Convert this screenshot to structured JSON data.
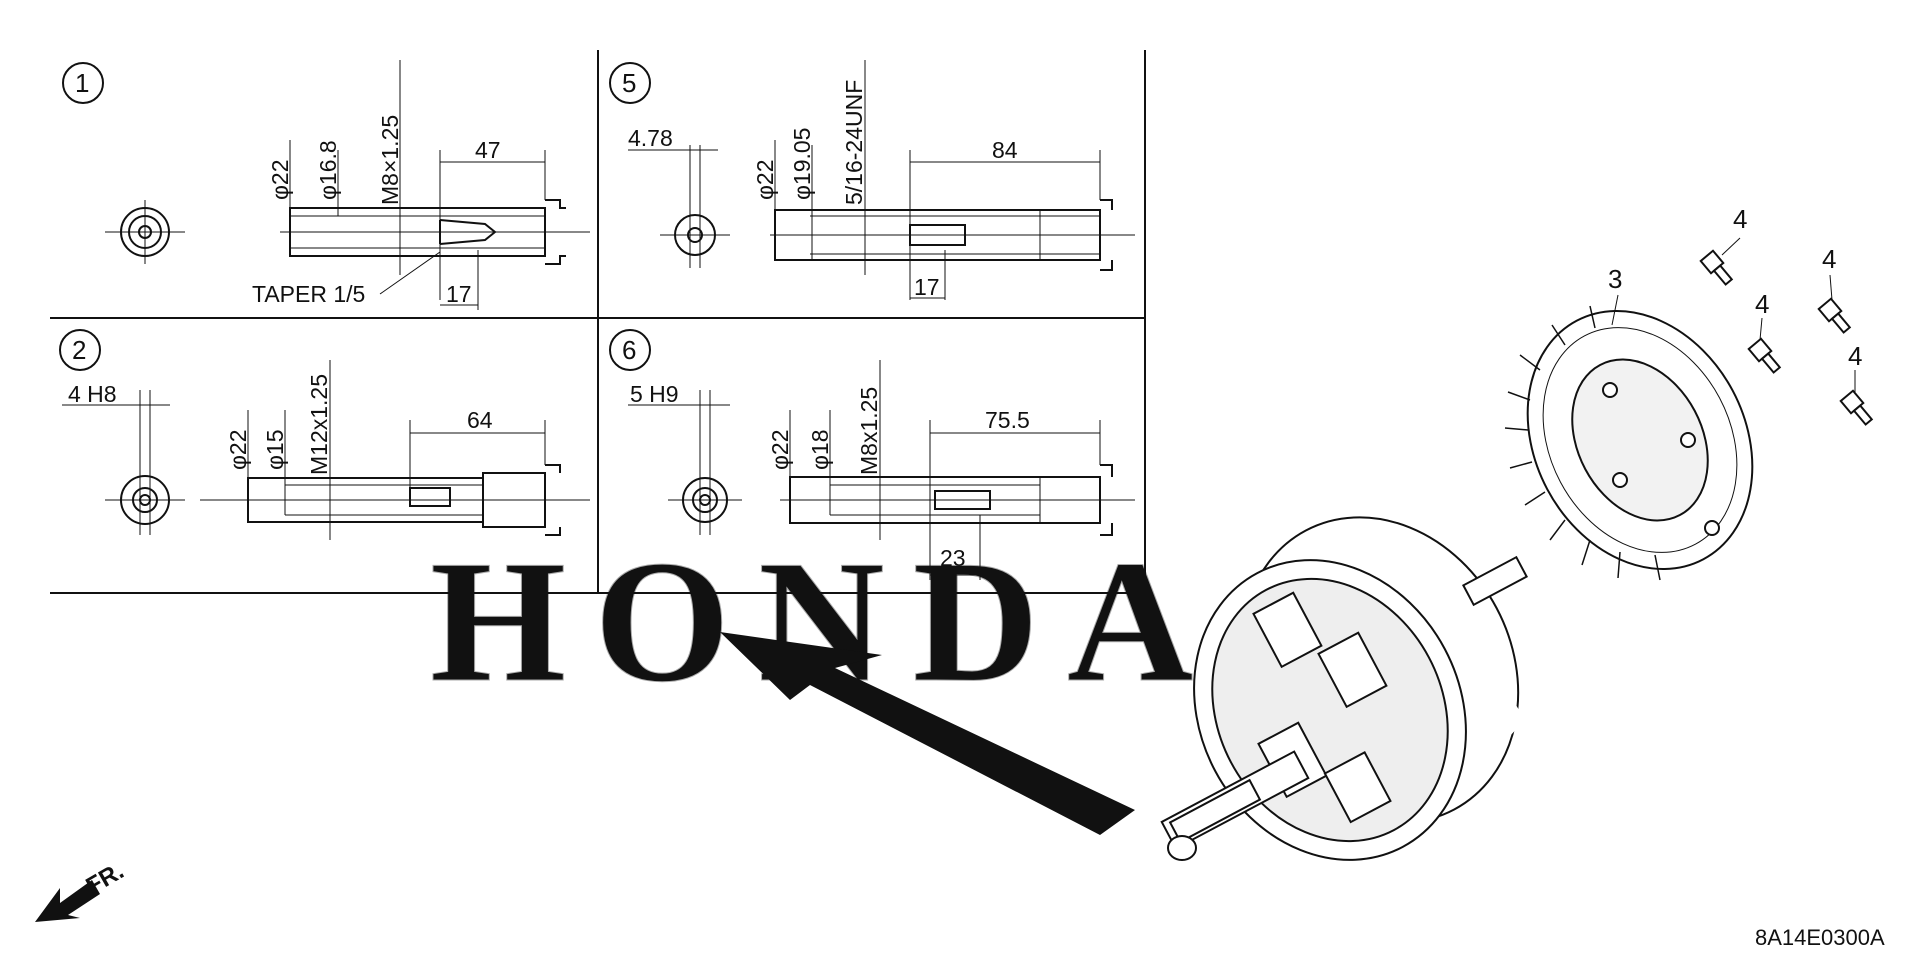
{
  "watermark": "HONDA",
  "drawing_code": "8A14E0300A",
  "front_label": "FR.",
  "callouts": {
    "part_3": "3",
    "part_4": "4"
  },
  "panels": [
    {
      "id": "1",
      "diameter_outer": "φ22",
      "diameter_inner": "φ16.8",
      "thread": "M8×1.25",
      "length": "47",
      "sub_length": "17",
      "note": "TAPER 1/5"
    },
    {
      "id": "5",
      "key_width": "4.78",
      "diameter_outer": "φ22",
      "diameter_inner": "φ19.05",
      "thread": "5/16-24UNF",
      "length": "84",
      "sub_length": "17"
    },
    {
      "id": "2",
      "key_width": "4 H8",
      "diameter_outer": "φ22",
      "diameter_inner": "φ15",
      "thread": "M12x1.25",
      "length": "64"
    },
    {
      "id": "6",
      "key_width": "5 H9",
      "diameter_outer": "φ22",
      "diameter_inner": "φ18",
      "thread": "M8x1.25",
      "length": "75.5",
      "sub_length": "23"
    }
  ]
}
